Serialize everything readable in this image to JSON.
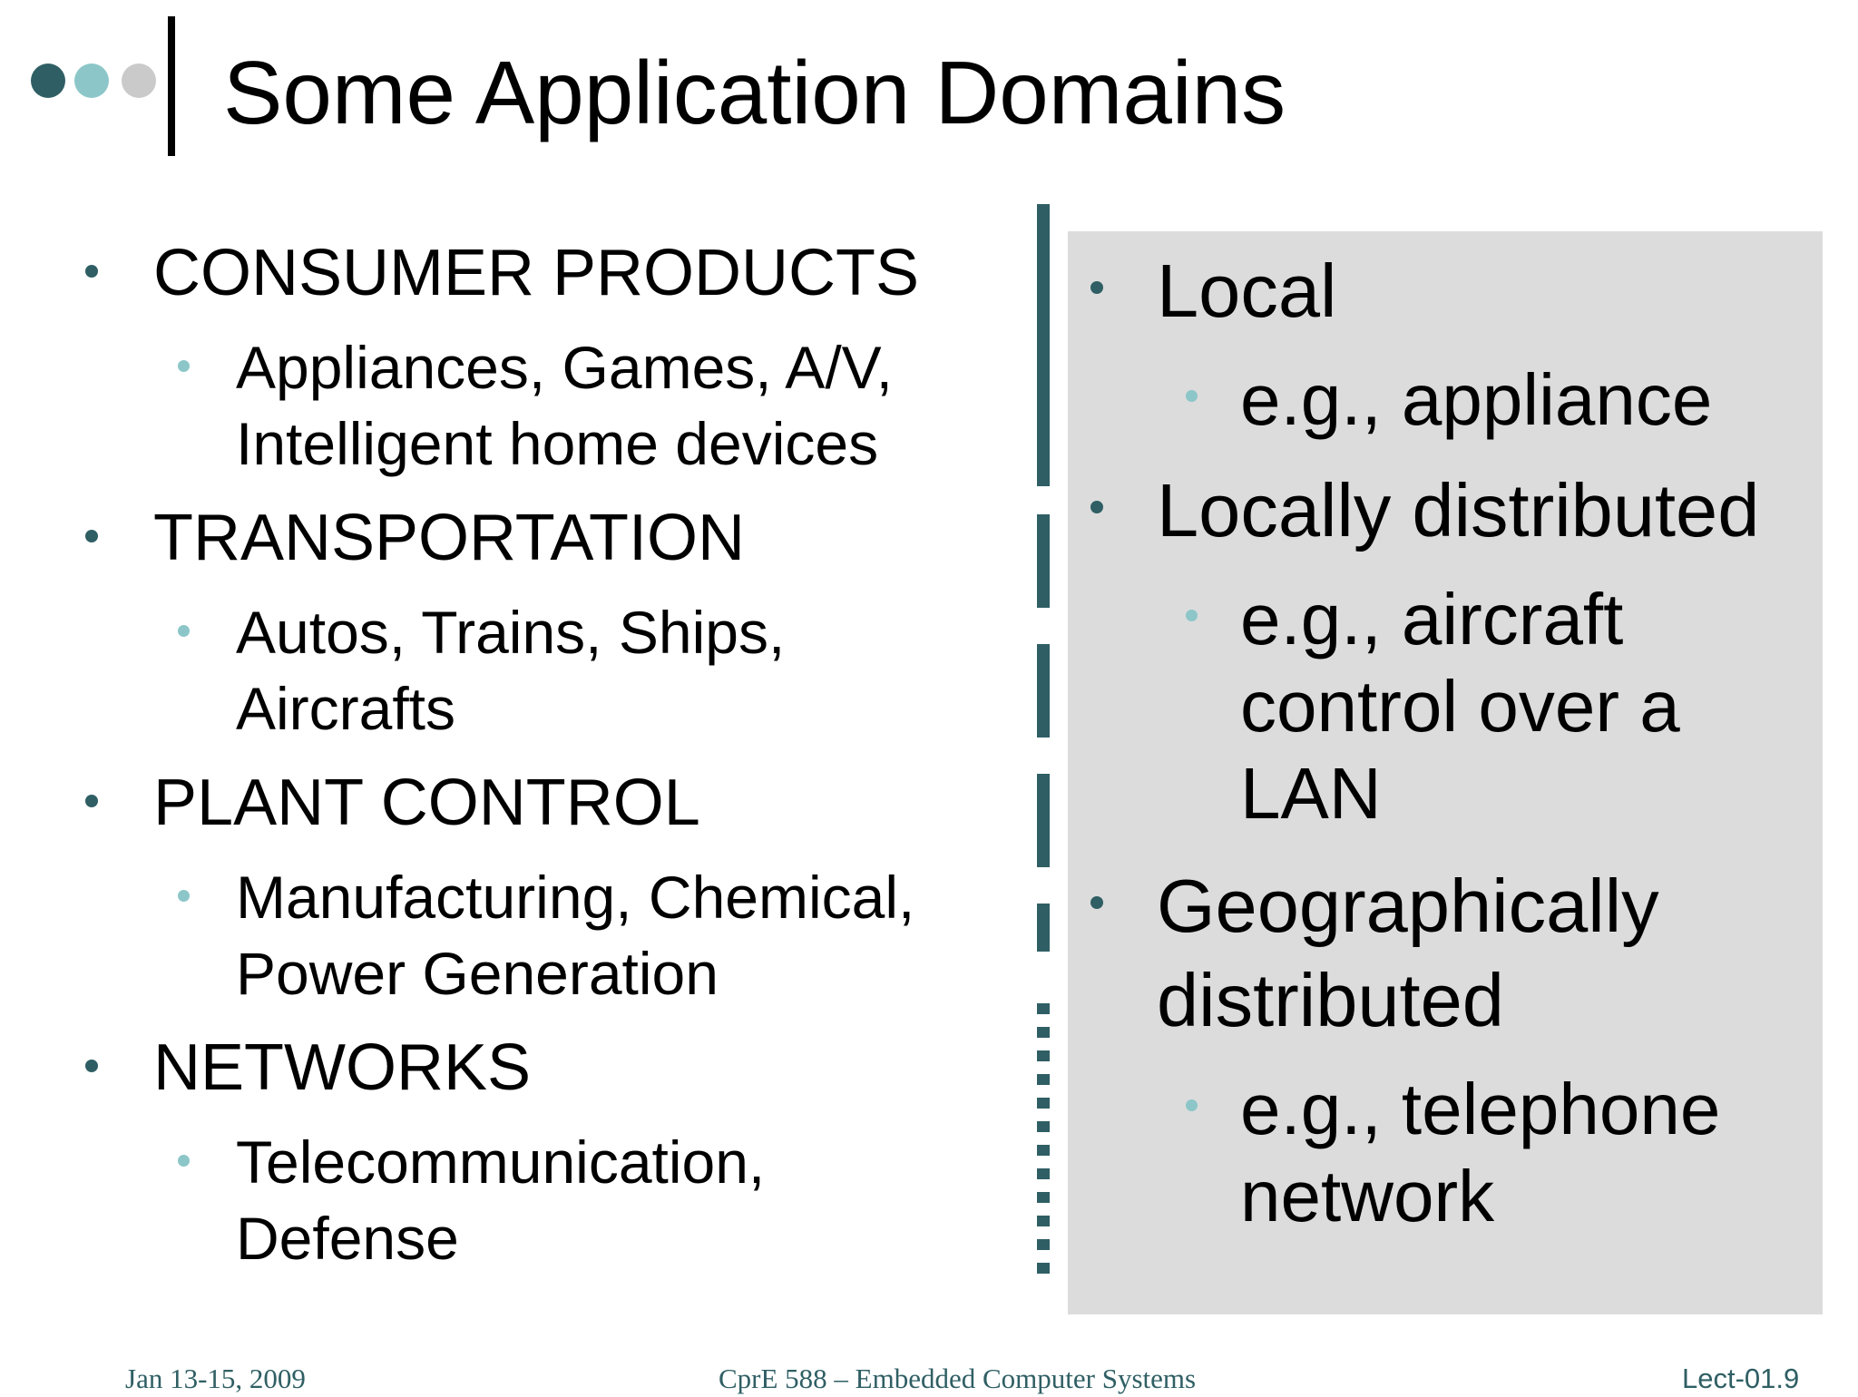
{
  "title": "Some Application Domains",
  "left_list": [
    {
      "heading": "CONSUMER PRODUCTS",
      "detail_lines": [
        "Appliances, Games, A/V,",
        "Intelligent home devices"
      ]
    },
    {
      "heading": "TRANSPORTATION",
      "detail_lines": [
        "Autos, Trains, Ships,",
        "Aircrafts"
      ]
    },
    {
      "heading": "PLANT CONTROL",
      "detail_lines": [
        "Manufacturing, Chemical,",
        "Power Generation"
      ]
    },
    {
      "heading": "NETWORKS",
      "detail_lines": [
        "Telecommunication,",
        "Defense"
      ]
    }
  ],
  "right_list": [
    {
      "heading_lines": [
        "Local"
      ],
      "detail_lines": [
        "e.g., appliance"
      ]
    },
    {
      "heading_lines": [
        "Locally distributed"
      ],
      "detail_lines": [
        "e.g., aircraft",
        "control over a",
        "LAN"
      ]
    },
    {
      "heading_lines": [
        "Geographically",
        "distributed"
      ],
      "detail_lines": [
        "e.g., telephone",
        "network"
      ]
    }
  ],
  "footer": {
    "date": "Jan 13-15, 2009",
    "course": "CprE 588 – Embedded Computer Systems",
    "slide": "Lect-01.9"
  },
  "colors": {
    "accent_dark": "#2f5f64",
    "accent_light": "#8cc6c8",
    "panel_gray": "#dcdcdc"
  },
  "icons": [
    "decorative-dot-dark",
    "decorative-dot-light",
    "decorative-dot-gray"
  ]
}
